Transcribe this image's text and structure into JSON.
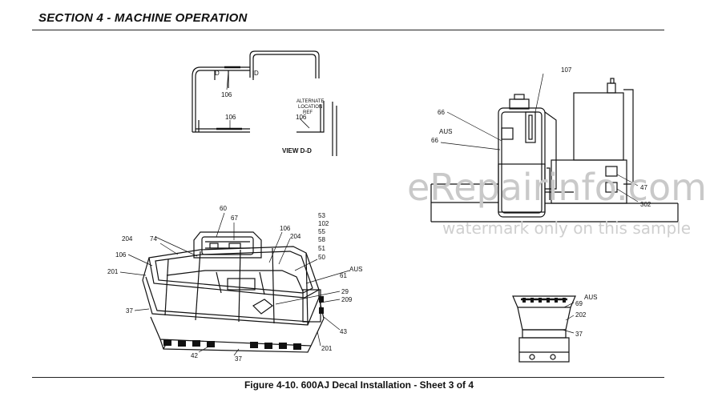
{
  "header": {
    "section_title": "SECTION 4 - MACHINE OPERATION"
  },
  "figure": {
    "caption": "Figure 4-10. 600AJ Decal Installation - Sheet 3 of 4"
  },
  "view_dd": {
    "section_mark_left": "D",
    "section_mark_right": "D",
    "callout_top": "106",
    "callout_bottom": "106",
    "alt_line1": "ALTERNATE",
    "alt_line2": "LOCATION",
    "alt_line3": "REF",
    "callout_alt": "106",
    "view_label": "VIEW D-D"
  },
  "engine_view": {
    "c107": "107",
    "c66": "66",
    "aus": "AUS",
    "c66b": "66",
    "c47": "47",
    "c302": "302"
  },
  "platform_view": {
    "c60": "60",
    "c67": "67",
    "c74": "74",
    "c204a": "204",
    "c106a": "106",
    "c201a": "201",
    "c37a": "37",
    "c42": "42",
    "c37b": "37",
    "c106b": "106",
    "c204b": "204",
    "c53": "53",
    "c102": "102",
    "c55": "55",
    "c58": "58",
    "c51": "51",
    "c50": "50",
    "aus": "AUS",
    "c61": "61",
    "c29": "29",
    "c209": "209",
    "c43": "43",
    "c201b": "201"
  },
  "rear_view": {
    "aus": "AUS",
    "c69": "69",
    "c202": "202",
    "c37": "37"
  },
  "watermark": {
    "main": "eRepairinfo.com",
    "sub": "watermark only on this sample"
  }
}
